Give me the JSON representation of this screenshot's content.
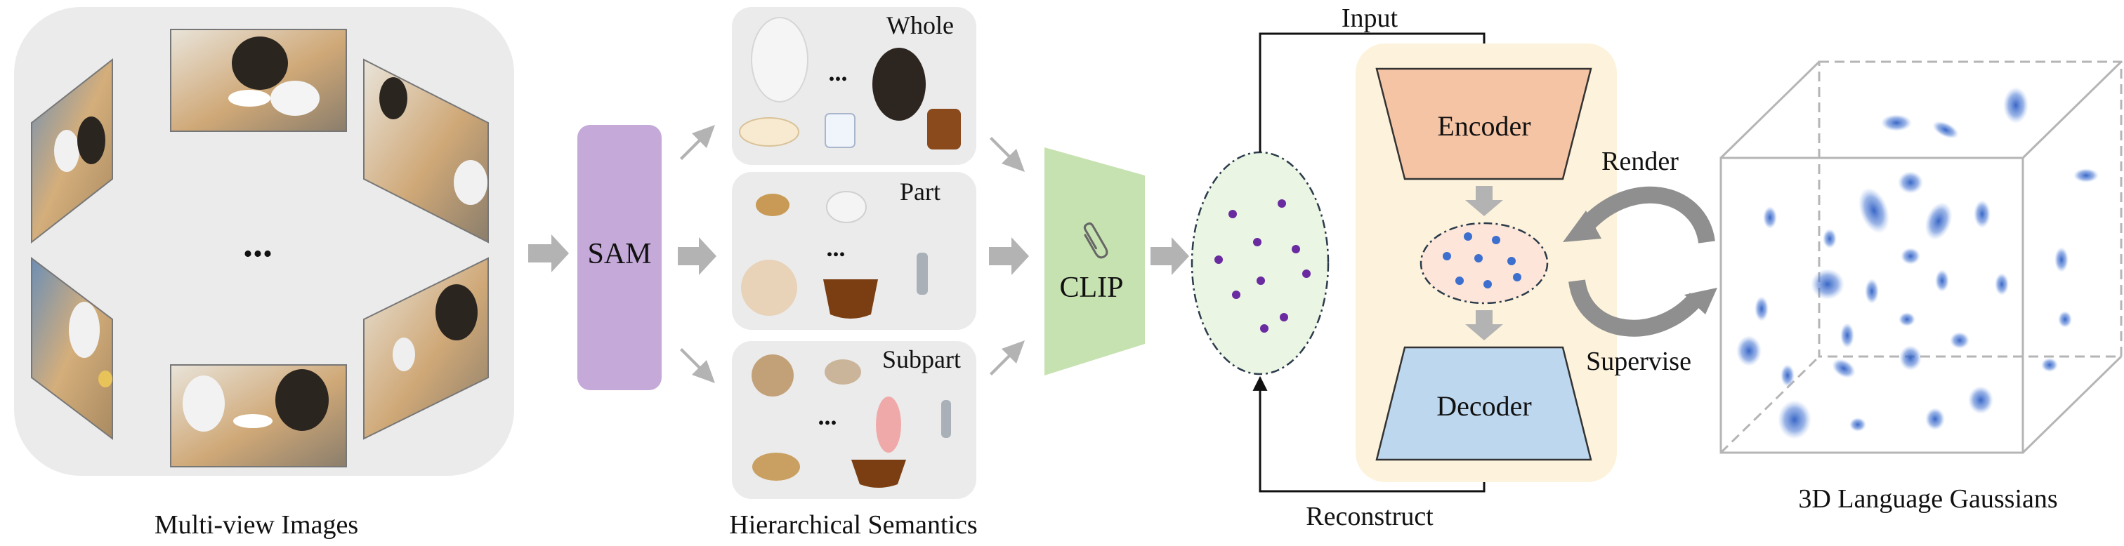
{
  "labels": {
    "multi_view": "Multi-view Images",
    "ellipsis": "...",
    "sam": "SAM",
    "hierarchical": "Hierarchical Semantics",
    "whole": "Whole",
    "part": "Part",
    "subpart": "Subpart",
    "clip": "CLIP",
    "input": "Input",
    "reconstruct": "Reconstruct",
    "encoder": "Encoder",
    "decoder": "Decoder",
    "render": "Render",
    "supervise": "Supervise",
    "gaussians": "3D Language Gaussians"
  },
  "colors": {
    "panel_bg": "#ebebeb",
    "sam": "#c4a9d9",
    "clip": "#c6e2b0",
    "autoencoder_bg": "#fdf3dc",
    "encoder": "#f5c4a5",
    "decoder": "#bdd7ee",
    "latent_green": "#eaf5e3",
    "latent_pink": "#fde6d9",
    "point_purple": "#6a2aa0",
    "point_blue": "#3d6fce",
    "arrow_gray": "#b3b3b3",
    "gaussian_blue": "#3d6fce"
  },
  "icons": [
    "paperclip-icon"
  ]
}
